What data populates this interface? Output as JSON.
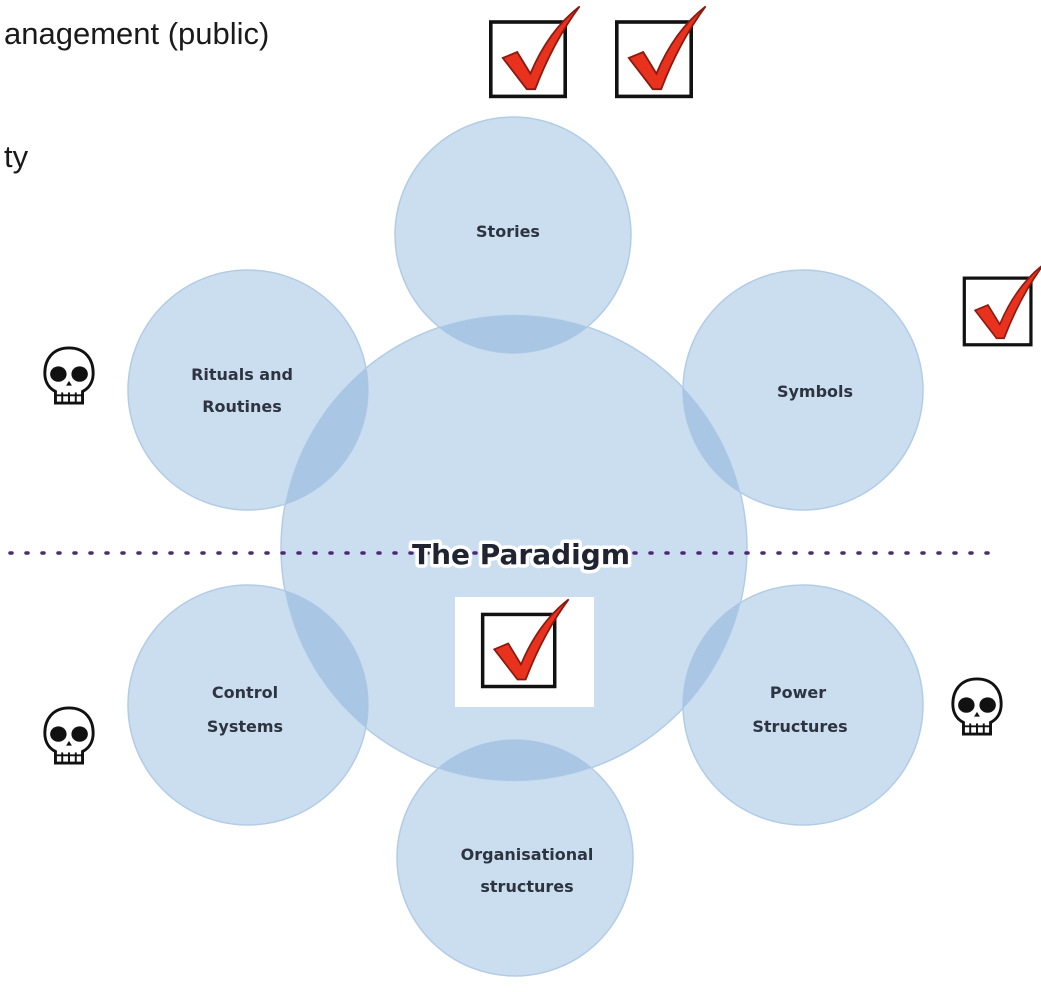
{
  "header": {
    "line1": "anagement (public)",
    "line2": "ty"
  },
  "diagram": {
    "center": "The Paradigm",
    "elements": {
      "stories": "Stories",
      "symbols": "Symbols",
      "rituals": [
        "Rituals and",
        "Routines"
      ],
      "control": [
        "Control",
        "Systems"
      ],
      "power": [
        "Power",
        "Structures"
      ],
      "organisational": [
        "Organisational",
        "structures"
      ]
    },
    "colors": {
      "circle_fill": "#c6dbef",
      "circle_stroke": "#b3cce6",
      "overlap": "#a3c3e3",
      "dotted_line": "#4b2a73",
      "check_red": "#e8321e"
    }
  },
  "markers": {
    "checkmark": "check-icon",
    "skull": "skull-icon"
  }
}
